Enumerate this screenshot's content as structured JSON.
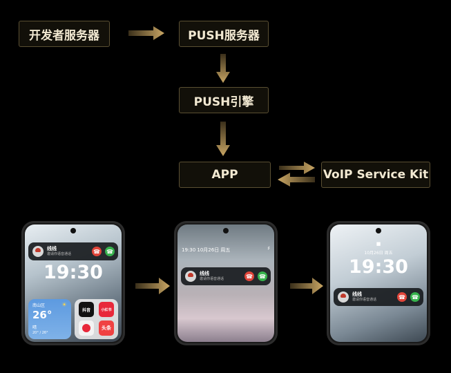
{
  "flow": {
    "developer_server": "开发者服务器",
    "push_server": "PUSH服务器",
    "push_engine": "PUSH引擎",
    "app": "APP",
    "voip_kit": "VoIP Service Kit"
  },
  "colors": {
    "background": "#000000",
    "box_bg": "#121009",
    "box_border": "#5b5033",
    "arrow": "#b8975a",
    "decline": "#e0453a",
    "accept": "#37b24d"
  },
  "call_card": {
    "name": "线线",
    "subtitle": "邀请你语音通话",
    "decline_icon": "phone-hangup-icon",
    "accept_icon": "phone-icon"
  },
  "phone1": {
    "time": "19:30",
    "weather_location": "南山区",
    "weather_temp": "26°",
    "weather_desc": "晴",
    "weather_range": "20° / 26°",
    "app_douyin": "抖音",
    "app_xiaohongshu": "小红书",
    "app_toutiao": "头条"
  },
  "phone2": {
    "datetime": "19:30 10月26日 周五"
  },
  "phone3": {
    "time": "19:30",
    "date": "10月26日 周五"
  }
}
